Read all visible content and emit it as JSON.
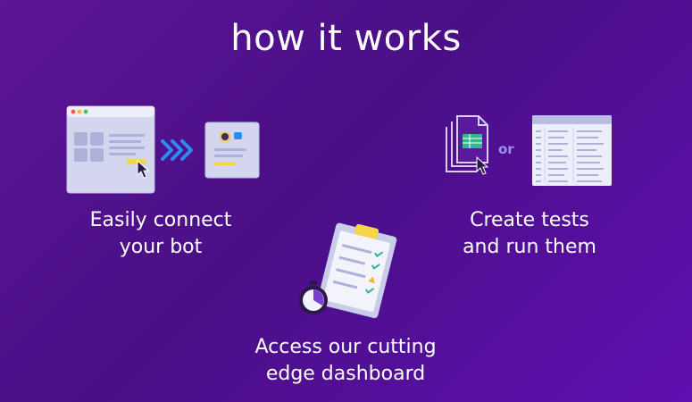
{
  "title": "how it works",
  "steps": [
    {
      "line1": "Easily connect",
      "line2": "your bot",
      "icon": "browser-connect-illustration"
    },
    {
      "line1": "Create tests",
      "line2": "and run them",
      "icon": "test-documents-illustration"
    },
    {
      "line1": "Access our cutting",
      "line2": "edge dashboard",
      "icon": "clipboard-stopwatch-illustration"
    }
  ],
  "or_label": "or",
  "colors": {
    "background": "#4f1090",
    "accent_blue": "#2d7ff0",
    "accent_yellow": "#f5d64a",
    "panel": "#d9dcf0"
  }
}
